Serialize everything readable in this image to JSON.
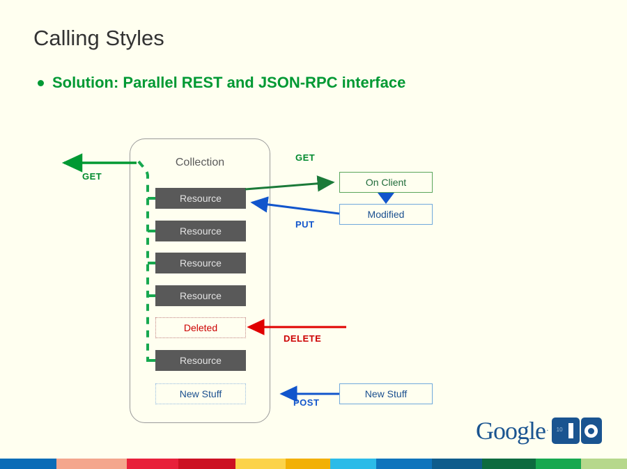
{
  "slide": {
    "title": "Calling Styles",
    "background_color": "#fffff0",
    "bullet": {
      "marker": "bullet-dot",
      "text": "Solution: Parallel REST and JSON-RPC interface",
      "color": "#009933"
    }
  },
  "diagram": {
    "collection": {
      "label": "Collection",
      "items": [
        {
          "label": "Resource",
          "kind": "resource",
          "linked": true
        },
        {
          "label": "Resource",
          "kind": "resource",
          "linked": true
        },
        {
          "label": "Resource",
          "kind": "resource",
          "linked": true
        },
        {
          "label": "Resource",
          "kind": "resource",
          "linked": true
        },
        {
          "label": "Deleted",
          "kind": "deleted",
          "linked": false
        },
        {
          "label": "Resource",
          "kind": "resource",
          "linked": true
        },
        {
          "label": "New Stuff",
          "kind": "new",
          "linked": false
        }
      ]
    },
    "external_boxes": [
      {
        "label": "On Client",
        "border_color": "#5aa55a",
        "text_color": "#1f6b3a"
      },
      {
        "label": "Modified",
        "border_color": "#6fa8dc",
        "text_color": "#1a4f8f"
      },
      {
        "label": "New Stuff",
        "border_color": "#6fa8dc",
        "text_color": "#1a4f8f"
      }
    ],
    "verbs": {
      "get_left": "GET",
      "get_right": "GET",
      "put": "PUT",
      "delete": "DELETE",
      "post": "POST"
    },
    "colors": {
      "get": "#008a2e",
      "put": "#1155cc",
      "delete": "#cc0000",
      "post": "#1155cc",
      "resource_fill": "#595959",
      "container_border": "#9a9a9a"
    }
  },
  "logo": {
    "word": "Google",
    "trademark": "·",
    "mark_badge": "10",
    "alt": "Google I/O"
  },
  "color_bar": [
    {
      "color": "#0b6cb7",
      "width": 135
    },
    {
      "color": "#f4a68d",
      "width": 170
    },
    {
      "color": "#e8203a",
      "width": 125
    },
    {
      "color": "#cc1122",
      "width": 137
    },
    {
      "color": "#fcd34a",
      "width": 120
    },
    {
      "color": "#f2b005",
      "width": 108
    },
    {
      "color": "#2bbbe8",
      "width": 110
    },
    {
      "color": "#0f74bc",
      "width": 134
    },
    {
      "color": "#0f5c8c",
      "width": 122
    },
    {
      "color": "#0d6b3f",
      "width": 128
    },
    {
      "color": "#17a84f",
      "width": 110
    },
    {
      "color": "#b6d88c",
      "width": 110
    }
  ]
}
